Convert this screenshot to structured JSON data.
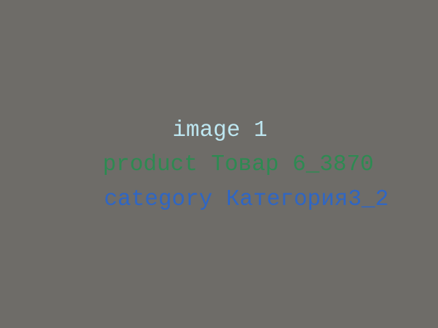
{
  "image_label": "image 1",
  "product_line": "product Товар 6_3870",
  "category_line": "category Категория3_2",
  "colors": {
    "background": "#6e6c68",
    "title": "#bde6f0",
    "product": "#2e8a52",
    "category": "#2f66c4"
  }
}
